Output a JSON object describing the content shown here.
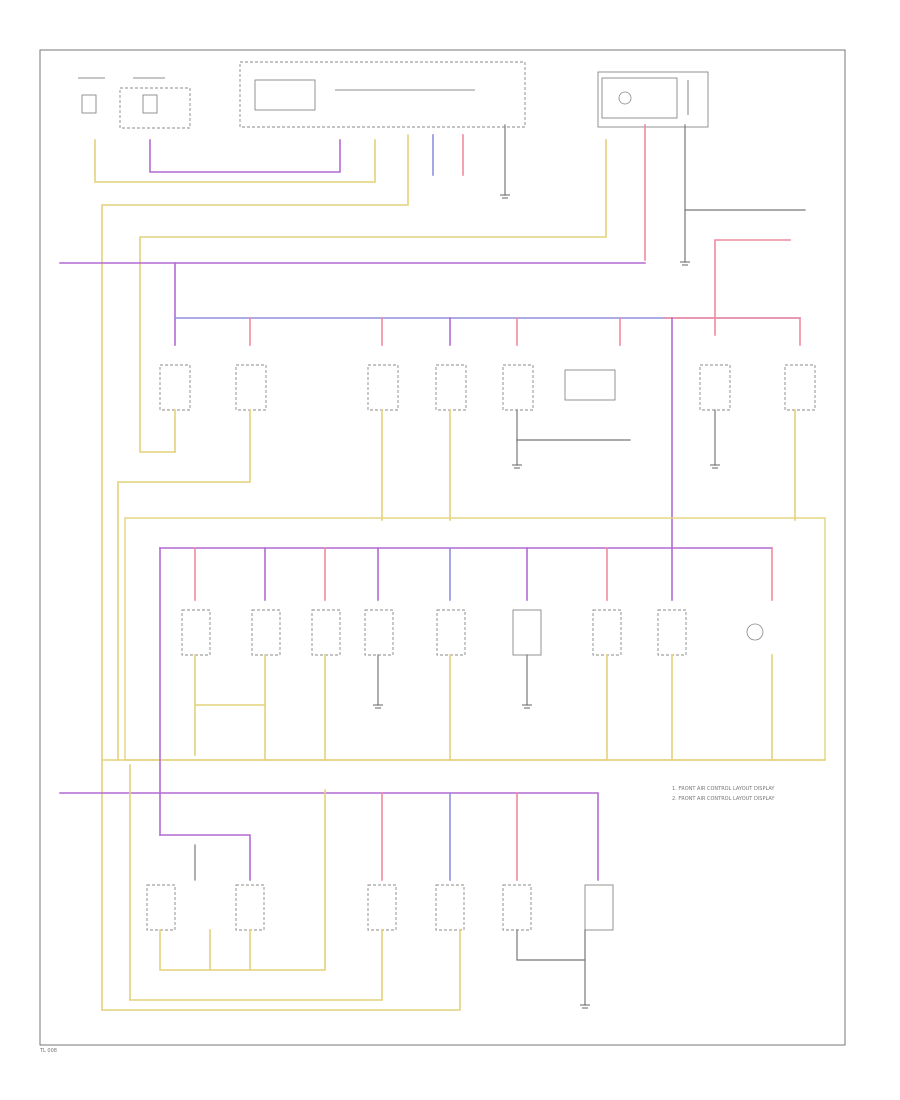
{
  "legend": {
    "note1": "1. FRONT AIR CONTROL LAYOUT DISPLAY",
    "note2": "2. FRONT AIR CONTROL LAYOUT DISPLAY"
  },
  "footer": {
    "code": "TL 008"
  },
  "colors": {
    "violet": "#b46ad2",
    "yellow": "#e4d27a",
    "pink": "#f08a9c",
    "blue": "#8f8fe0",
    "frame": "#777777"
  }
}
